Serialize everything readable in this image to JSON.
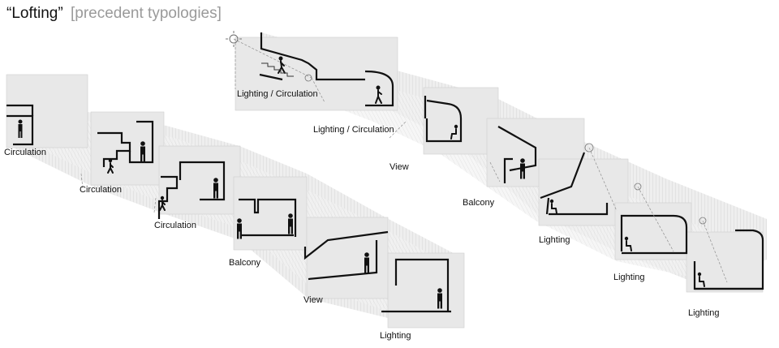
{
  "title": {
    "main": "“Lofting”",
    "sub": "[precedent typologies]"
  },
  "sequences": [
    {
      "name": "left-sequence",
      "sections": [
        {
          "label": "Circulation"
        },
        {
          "label": "Circulation"
        },
        {
          "label": "Circulation"
        },
        {
          "label": "Balcony"
        },
        {
          "label": "View"
        },
        {
          "label": "Lighting"
        }
      ]
    },
    {
      "name": "right-sequence",
      "sections": [
        {
          "label": "Lighting / Circulation"
        },
        {
          "label": "Lighting / Circulation"
        },
        {
          "label": "View"
        },
        {
          "label": "Balcony"
        },
        {
          "label": "Lighting"
        },
        {
          "label": "Lighting"
        },
        {
          "label": "Lighting"
        }
      ]
    }
  ],
  "colors": {
    "line": "#111111",
    "hatch": "#bdbdbd",
    "panel": "#e6e6e6",
    "dash": "#9a9a9a"
  },
  "icons": [
    "standing-figure-icon",
    "walking-figure-icon",
    "seated-figure-icon",
    "sun-icon"
  ]
}
